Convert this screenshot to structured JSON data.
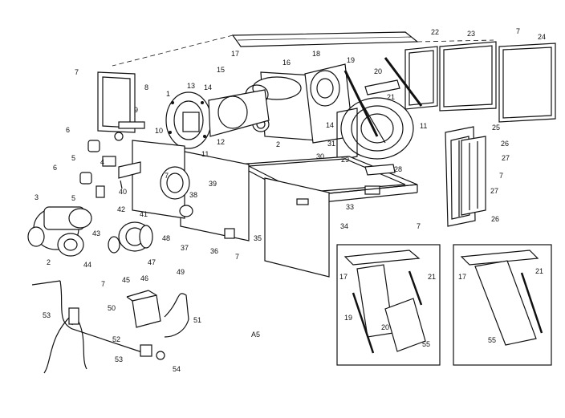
{
  "diagram": {
    "center_label": "A5",
    "part_numbers": [
      "2",
      "3",
      "5",
      "6",
      "7",
      "8",
      "9",
      "10",
      "11",
      "12",
      "13",
      "14",
      "15",
      "16",
      "17",
      "18",
      "19",
      "20",
      "21",
      "22",
      "23",
      "24",
      "25",
      "26",
      "27",
      "28",
      "29",
      "30",
      "31",
      "33",
      "34",
      "35",
      "36",
      "37",
      "38",
      "39",
      "40",
      "41",
      "42",
      "43",
      "44",
      "45",
      "46",
      "47",
      "48",
      "49",
      "50",
      "51",
      "52",
      "53",
      "54",
      "55"
    ]
  },
  "labels": [
    {
      "id": "l17a",
      "text": "17"
    },
    {
      "id": "l22",
      "text": "22"
    },
    {
      "id": "l23",
      "text": "23"
    },
    {
      "id": "l7a",
      "text": "7"
    },
    {
      "id": "l24",
      "text": "24"
    },
    {
      "id": "l7b",
      "text": "7"
    },
    {
      "id": "l8",
      "text": "8"
    },
    {
      "id": "l13",
      "text": "13"
    },
    {
      "id": "l14a",
      "text": "14"
    },
    {
      "id": "l15",
      "text": "15"
    },
    {
      "id": "l16",
      "text": "16"
    },
    {
      "id": "l18",
      "text": "18"
    },
    {
      "id": "l19a",
      "text": "19"
    },
    {
      "id": "l20a",
      "text": "20"
    },
    {
      "id": "l21a",
      "text": "21"
    },
    {
      "id": "l1",
      "text": "1"
    },
    {
      "id": "l9",
      "text": "9"
    },
    {
      "id": "l6a",
      "text": "6"
    },
    {
      "id": "l10",
      "text": "10"
    },
    {
      "id": "l12",
      "text": "12"
    },
    {
      "id": "l14b",
      "text": "14"
    },
    {
      "id": "l11a",
      "text": "11"
    },
    {
      "id": "l5a",
      "text": "5"
    },
    {
      "id": "l4",
      "text": "4"
    },
    {
      "id": "l11b",
      "text": "11"
    },
    {
      "id": "l2a",
      "text": "2"
    },
    {
      "id": "l31",
      "text": "31"
    },
    {
      "id": "l30",
      "text": "30"
    },
    {
      "id": "l29",
      "text": "29"
    },
    {
      "id": "l28",
      "text": "28"
    },
    {
      "id": "l25",
      "text": "25"
    },
    {
      "id": "l26a",
      "text": "26"
    },
    {
      "id": "l27a",
      "text": "27"
    },
    {
      "id": "l7c",
      "text": "7"
    },
    {
      "id": "l27b",
      "text": "27"
    },
    {
      "id": "l26b",
      "text": "26"
    },
    {
      "id": "l7d",
      "text": "7"
    },
    {
      "id": "l6b",
      "text": "6"
    },
    {
      "id": "l40",
      "text": "40"
    },
    {
      "id": "l5b",
      "text": "5"
    },
    {
      "id": "l7e",
      "text": "7"
    },
    {
      "id": "l38",
      "text": "38"
    },
    {
      "id": "l39",
      "text": "39"
    },
    {
      "id": "l33",
      "text": "33"
    },
    {
      "id": "l3",
      "text": "3"
    },
    {
      "id": "l42",
      "text": "42"
    },
    {
      "id": "l41",
      "text": "41"
    },
    {
      "id": "l35",
      "text": "35"
    },
    {
      "id": "l34",
      "text": "34"
    },
    {
      "id": "l43",
      "text": "43"
    },
    {
      "id": "l48",
      "text": "48"
    },
    {
      "id": "l37",
      "text": "37"
    },
    {
      "id": "l36",
      "text": "36"
    },
    {
      "id": "l7f",
      "text": "7"
    },
    {
      "id": "l2b",
      "text": "2"
    },
    {
      "id": "l44",
      "text": "44"
    },
    {
      "id": "l47",
      "text": "47"
    },
    {
      "id": "l49",
      "text": "49"
    },
    {
      "id": "l7g",
      "text": "7"
    },
    {
      "id": "l45",
      "text": "45"
    },
    {
      "id": "l46",
      "text": "46"
    },
    {
      "id": "l17b",
      "text": "17"
    },
    {
      "id": "l21b",
      "text": "21"
    },
    {
      "id": "l17c",
      "text": "17"
    },
    {
      "id": "l21c",
      "text": "21"
    },
    {
      "id": "l50",
      "text": "50"
    },
    {
      "id": "l53a",
      "text": "53"
    },
    {
      "id": "l51",
      "text": "51"
    },
    {
      "id": "l19b",
      "text": "19"
    },
    {
      "id": "l20b",
      "text": "20"
    },
    {
      "id": "l52",
      "text": "52"
    },
    {
      "id": "l53b",
      "text": "53"
    },
    {
      "id": "l54",
      "text": "54"
    },
    {
      "id": "l55a",
      "text": "55"
    },
    {
      "id": "l55b",
      "text": "55"
    }
  ]
}
